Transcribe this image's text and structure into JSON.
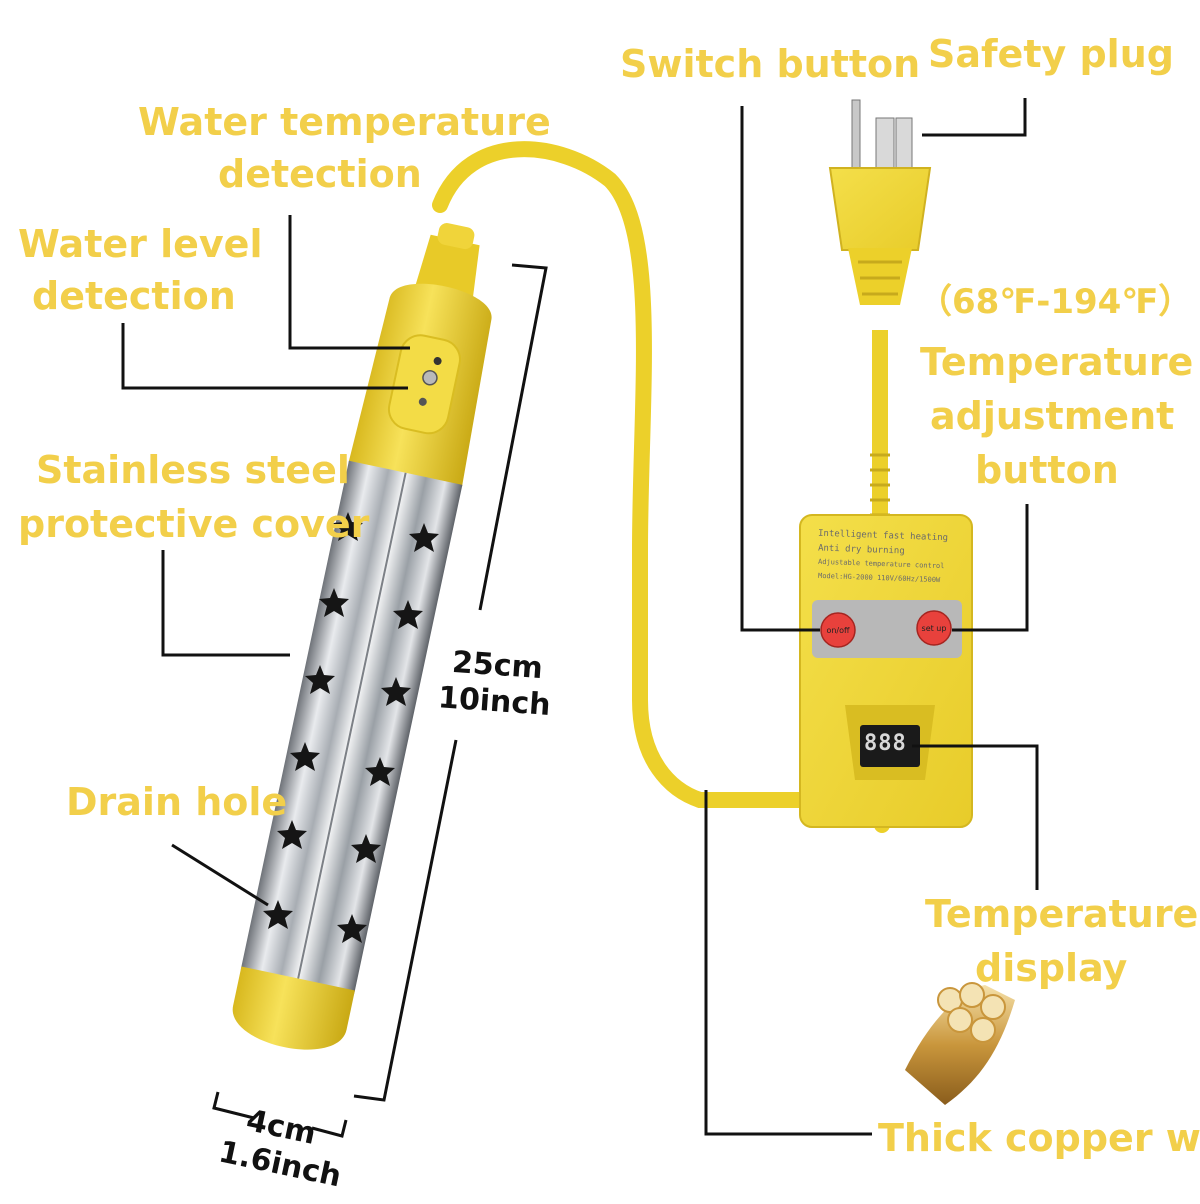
{
  "labels": {
    "switch_button": "Switch button",
    "safety_plug": "Safety plug",
    "water_temp_detection_line1": "Water temperature",
    "water_temp_detection_line2": "detection",
    "water_level_detection_line1": "Water level",
    "water_level_detection_line2": "detection",
    "temp_range": "（68℉-194℉）",
    "temp_adjust_line1": "Temperature",
    "temp_adjust_line2": "adjustment",
    "temp_adjust_line3": "button",
    "stainless_line1": "Stainless steel",
    "stainless_line2": "protective cover",
    "drain_hole": "Drain hole",
    "temp_display_line1": "Temperature",
    "temp_display_line2": "display",
    "copper_wire": "Thick copper wire"
  },
  "dimensions": {
    "length_cm": "25cm",
    "length_inch": "10inch",
    "width_cm": "4cm",
    "width_inch": "1.6inch"
  },
  "controller": {
    "text_lines": [
      "Intelligent fast heating",
      "Anti dry burning",
      "Adjustable temperature control",
      "Model:HG-2000  110V/60Hz/1500W"
    ],
    "on_off_label": "on/off",
    "set_up_label": "set up",
    "display_value": "888"
  },
  "colors": {
    "label": "#f2cf4a",
    "cord": "#f2d630",
    "body": "#f0d43a",
    "steel": "#cfd2d6",
    "button": "#e8413c",
    "leader": "#111111"
  }
}
